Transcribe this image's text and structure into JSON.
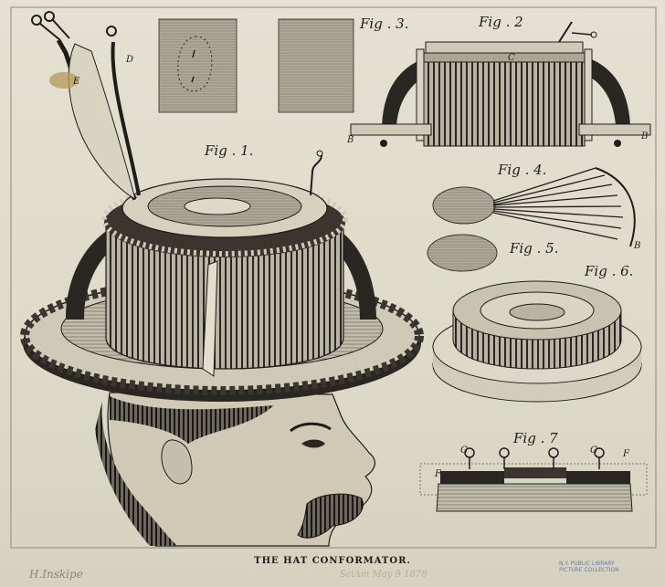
{
  "figures": {
    "fig1": "Fig . 1.",
    "fig2": "Fig . 2",
    "fig3": "Fig . 3.",
    "fig4": "Fig . 4.",
    "fig5": "Fig . 5.",
    "fig6": "Fig . 6.",
    "fig7": "Fig . 7"
  },
  "part_letters": {
    "d": "D",
    "e": "E",
    "b": "B",
    "c": "C",
    "f": "F",
    "g": "G"
  },
  "caption": "THE HAT CONFORMATOR.",
  "signature": "H.Inskipe",
  "pencil_note": "SciAm  May 9 1878",
  "stamp": [
    "N.Y. PUBLIC LIBRARY",
    "PICTURE COLLECTION"
  ],
  "colors": {
    "paper": "#e2dfcf",
    "ink": "#1f1d1a",
    "stamp": "#6a7daa"
  }
}
